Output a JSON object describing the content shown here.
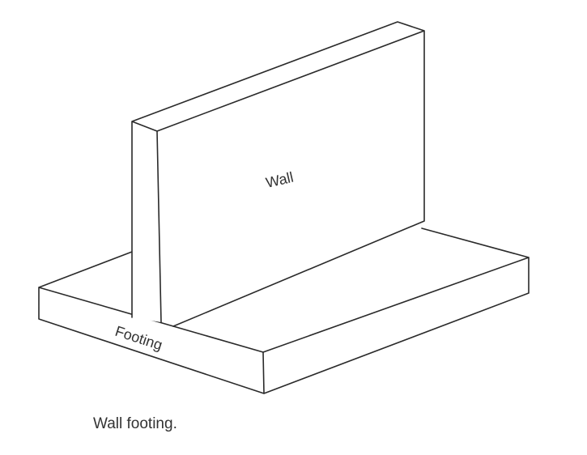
{
  "diagram": {
    "labels": {
      "wall": "Wall",
      "footing": "Footing"
    },
    "caption": "Wall footing."
  }
}
